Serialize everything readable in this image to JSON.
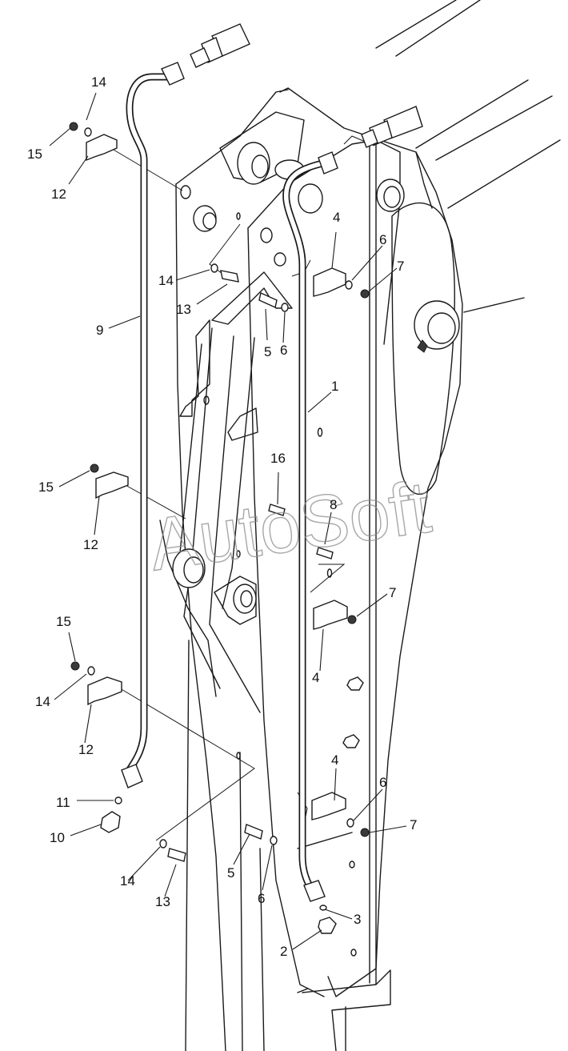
{
  "watermark": "AutoSoft",
  "callouts": [
    {
      "id": "c14a",
      "text": "14"
    },
    {
      "id": "c15a",
      "text": "15"
    },
    {
      "id": "c12a",
      "text": "12"
    },
    {
      "id": "c14b",
      "text": "14"
    },
    {
      "id": "c13a",
      "text": "13"
    },
    {
      "id": "c9",
      "text": "9"
    },
    {
      "id": "c4a",
      "text": "4"
    },
    {
      "id": "c6a",
      "text": "6"
    },
    {
      "id": "c7a",
      "text": "7"
    },
    {
      "id": "c5a",
      "text": "5"
    },
    {
      "id": "c6b",
      "text": "6"
    },
    {
      "id": "c1",
      "text": "1"
    },
    {
      "id": "c16",
      "text": "16"
    },
    {
      "id": "c8",
      "text": "8"
    },
    {
      "id": "c15b",
      "text": "15"
    },
    {
      "id": "c12b",
      "text": "12"
    },
    {
      "id": "c7b",
      "text": "7"
    },
    {
      "id": "c4b",
      "text": "4"
    },
    {
      "id": "c15c",
      "text": "15"
    },
    {
      "id": "c14c",
      "text": "14"
    },
    {
      "id": "c12c",
      "text": "12"
    },
    {
      "id": "c4c",
      "text": "4"
    },
    {
      "id": "c6c",
      "text": "6"
    },
    {
      "id": "c7c",
      "text": "7"
    },
    {
      "id": "c11",
      "text": "11"
    },
    {
      "id": "c10",
      "text": "10"
    },
    {
      "id": "c14d",
      "text": "14"
    },
    {
      "id": "c13b",
      "text": "13"
    },
    {
      "id": "c5b",
      "text": "5"
    },
    {
      "id": "c6d",
      "text": "6"
    },
    {
      "id": "c3",
      "text": "3"
    },
    {
      "id": "c2",
      "text": "2"
    }
  ]
}
